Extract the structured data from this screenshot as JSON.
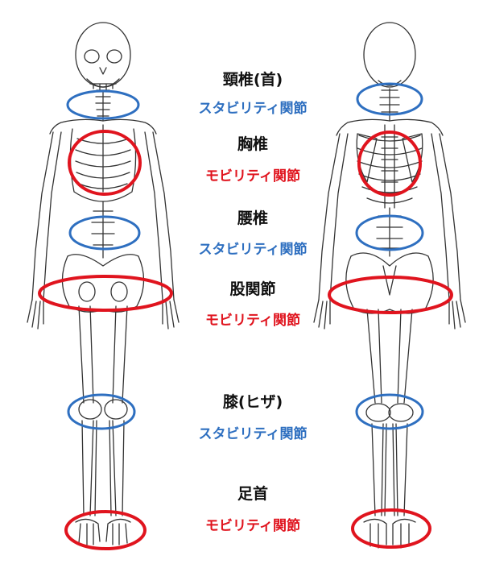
{
  "colors": {
    "stability": "#2e6fc0",
    "mobility": "#e0141e",
    "line": "#333333"
  },
  "joints": [
    {
      "id": "cervical",
      "part_label": "頸椎(首)",
      "type_label": "スタビリティ関節",
      "kind": "stability"
    },
    {
      "id": "thoracic",
      "part_label": "胸椎",
      "type_label": "モビリティ関節",
      "kind": "mobility"
    },
    {
      "id": "lumbar",
      "part_label": "腰椎",
      "type_label": "スタビリティ関節",
      "kind": "stability"
    },
    {
      "id": "hip",
      "part_label": "股関節",
      "type_label": "モビリティ関節",
      "kind": "mobility"
    },
    {
      "id": "knee",
      "part_label": "膝(ヒザ)",
      "type_label": "スタビリティ関節",
      "kind": "stability"
    },
    {
      "id": "ankle",
      "part_label": "足首",
      "type_label": "モビリティ関節",
      "kind": "mobility"
    }
  ]
}
